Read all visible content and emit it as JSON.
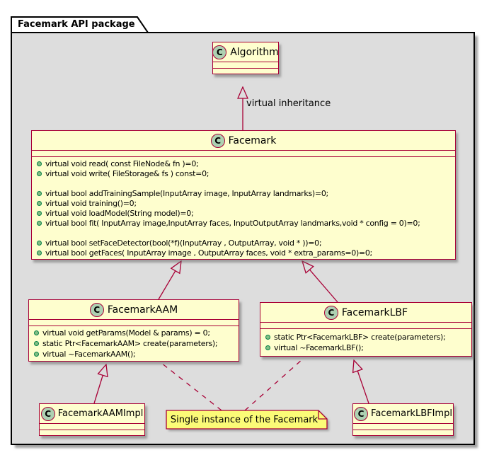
{
  "package": {
    "title": "Facemark API package"
  },
  "colors": {
    "class_fill": "#FEFECE",
    "border": "#A80036",
    "note_fill": "#FBFB77",
    "package_fill": "#DDDDDD",
    "stereotype_circle_fill": "#ADD1B2",
    "method_bullet_fill": "#84BE84"
  },
  "classes": {
    "algorithm": {
      "stereotype": "C",
      "name": "Algorithm"
    },
    "facemark": {
      "stereotype": "C",
      "name": "Facemark",
      "methods": [
        "virtual void read( const FileNode& fn )=0;",
        "virtual void write( FileStorage& fs ) const=0;",
        "",
        "virtual bool addTrainingSample(InputArray image, InputArray landmarks)=0;",
        "virtual void training()=0;",
        "virtual void loadModel(String model)=0;",
        "virtual bool fit( InputArray image,InputArray faces, InputOutputArray landmarks,void * config = 0)=0;",
        "",
        "virtual bool setFaceDetector(bool(*f)(InputArray , OutputArray, void * ))=0;",
        "virtual bool getFaces( InputArray image , OutputArray faces, void * extra_params=0)=0;"
      ]
    },
    "facemark_aam": {
      "stereotype": "C",
      "name": "FacemarkAAM",
      "methods": [
        "virtual void getParams(Model & params) = 0;",
        "static Ptr<FacemarkAAM> create(parameters);",
        "virtual ~FacemarkAAM();"
      ]
    },
    "facemark_lbf": {
      "stereotype": "C",
      "name": "FacemarkLBF",
      "methods": [
        "static Ptr<FacemarkLBF> create(parameters);",
        "virtual ~FacemarkLBF();"
      ]
    },
    "facemark_aam_impl": {
      "stereotype": "C",
      "name": "FacemarkAAMImpl"
    },
    "facemark_lbf_impl": {
      "stereotype": "C",
      "name": "FacemarkLBFImpl"
    }
  },
  "edges": {
    "inheritance_label": "virtual inheritance"
  },
  "note": {
    "text": "Single instance of the Facemark"
  }
}
